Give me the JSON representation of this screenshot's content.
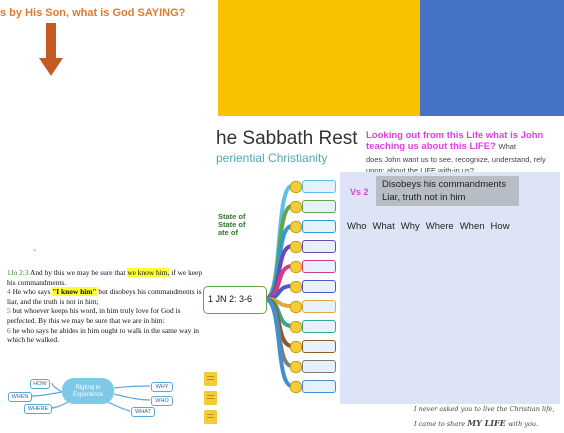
{
  "header": {
    "question": "s by His Son, what is God SAYING?"
  },
  "slide": {
    "title": "he Sabbath Rest",
    "subtitle": "periential Christianity"
  },
  "lookout": {
    "heading": "Looking out from this Life what is John teaching us about this LIFE?",
    "heading_small": "What",
    "detail": "does John want us to see, recognize, understand, rely upon: about the LIFE with-in us?"
  },
  "panel": {
    "vs_label": "Vs 2",
    "lines": [
      "Disobeys his commandments",
      "Liar, truth not in him"
    ],
    "question_words": [
      "Who",
      "What",
      "Why",
      "Where",
      "When",
      "How"
    ]
  },
  "verses": {
    "v3_ref": "1Jo 2:3",
    "v3_text_a": "And by this we may be sure that ",
    "v3_highlight": "we know him,",
    "v3_text_b": " if we keep his commandments.",
    "v4_ref": "4",
    "v4_text_a": "He who says ",
    "v4_highlight": "\"I know him\"",
    "v4_text_b": " but disobeys his commandments is a liar, and the truth is not in him;",
    "v5_ref": "5",
    "v5_text": "but whoever keeps his word, in him truly love for God is perfected. By this we may be sure that we are in him:",
    "v6_ref": "6",
    "v6_text": "he who says he abides in him ought to walk in the same way in which he walked.",
    "dot": "°"
  },
  "mindmap": {
    "state_labels": [
      "State of",
      "State of",
      "ate of"
    ],
    "center": "1 JN 2: 3-6",
    "branch_colors": [
      "#5cc0ea",
      "#63a54c",
      "#2e9bd6",
      "#6d4ab2",
      "#d83a88",
      "#4a5bc2",
      "#e2a63b",
      "#31a98a",
      "#8c5a2b",
      "#7d7d7d",
      "#3f8fd2"
    ]
  },
  "mini_map": {
    "center": "Rigting in Experience",
    "nodes": [
      "HOW",
      "WHEN",
      "WHERE",
      "WHY",
      "WHO",
      "WHAT"
    ]
  },
  "closing": {
    "line1": "I never asked you to live the Christian life,",
    "line2_a": "I came to share ",
    "line2_b": "MY LIFE",
    "line2_c": " with you."
  }
}
